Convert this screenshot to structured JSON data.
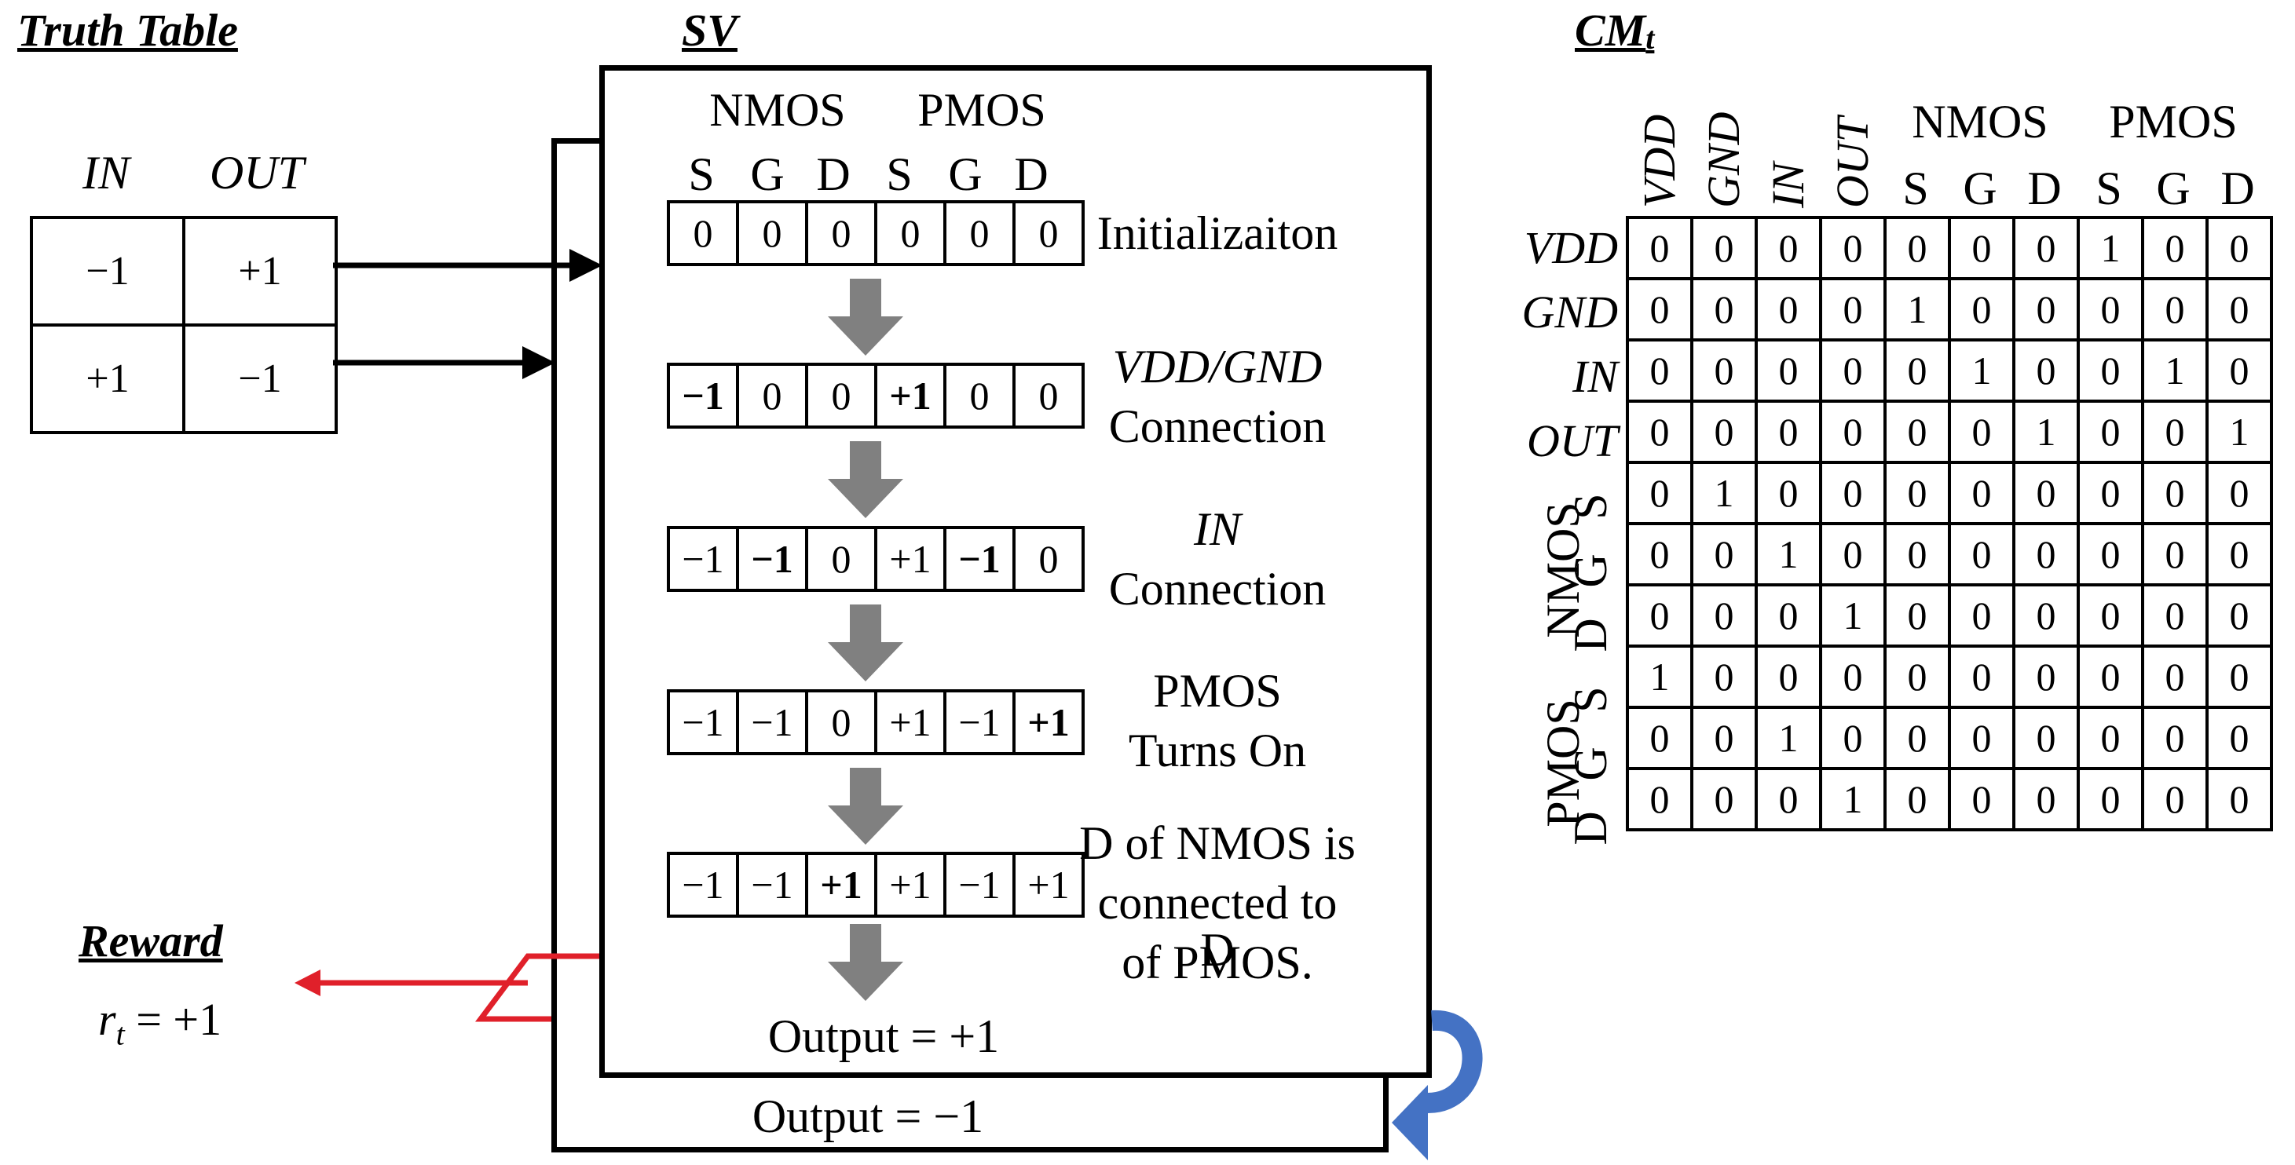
{
  "truth_table": {
    "title": "Truth Table",
    "headers": [
      "IN",
      "OUT"
    ],
    "rows": [
      [
        "−1",
        "+1"
      ],
      [
        "+1",
        "−1"
      ]
    ]
  },
  "sv": {
    "title": "SV",
    "group_labels": [
      "NMOS",
      "PMOS"
    ],
    "col_labels": [
      "S",
      "G",
      "D",
      "S",
      "G",
      "D"
    ],
    "steps": [
      {
        "values": [
          "0",
          "0",
          "0",
          "0",
          "0",
          "0"
        ],
        "bold": [],
        "caption": [
          "Initializaiton"
        ]
      },
      {
        "values": [
          "−1",
          "0",
          "0",
          "+1",
          "0",
          "0"
        ],
        "bold": [
          0,
          3
        ],
        "caption": [
          "VDD/GND",
          "Connection"
        ]
      },
      {
        "values": [
          "−1",
          "−1",
          "0",
          "+1",
          "−1",
          "0"
        ],
        "bold": [
          1,
          4
        ],
        "caption": [
          "IN",
          "Connection"
        ]
      },
      {
        "values": [
          "−1",
          "−1",
          "0",
          "+1",
          "−1",
          "+1"
        ],
        "bold": [
          5
        ],
        "caption": [
          "PMOS",
          "Turns On"
        ]
      },
      {
        "values": [
          "−1",
          "−1",
          "+1",
          "+1",
          "−1",
          "+1"
        ],
        "bold": [
          2
        ],
        "caption": [
          "D of NMOS is",
          "connected to D",
          "of PMOS."
        ]
      }
    ],
    "output_front": "Output = +1",
    "output_back": "Output = −1"
  },
  "reward": {
    "title": "Reward",
    "r_symbol": "r",
    "r_subscript": "t",
    "r_value": " = +1"
  },
  "cm": {
    "title": "CM",
    "title_sub": "t",
    "rot_cols": [
      "VDD",
      "GND",
      "IN",
      "OUT"
    ],
    "group_cols": [
      "NMOS",
      "PMOS"
    ],
    "sub_cols": [
      "S",
      "G",
      "D",
      "S",
      "G",
      "D"
    ],
    "row_labels": [
      "VDD",
      "GND",
      "IN",
      "OUT"
    ],
    "row_groups": [
      "NMOS",
      "PMOS"
    ],
    "row_sub": [
      "S",
      "G",
      "D",
      "S",
      "G",
      "D"
    ],
    "matrix": [
      [
        0,
        0,
        0,
        0,
        0,
        0,
        0,
        1,
        0,
        0
      ],
      [
        0,
        0,
        0,
        0,
        1,
        0,
        0,
        0,
        0,
        0
      ],
      [
        0,
        0,
        0,
        0,
        0,
        1,
        0,
        0,
        1,
        0
      ],
      [
        0,
        0,
        0,
        0,
        0,
        0,
        1,
        0,
        0,
        1
      ],
      [
        0,
        1,
        0,
        0,
        0,
        0,
        0,
        0,
        0,
        0
      ],
      [
        0,
        0,
        1,
        0,
        0,
        0,
        0,
        0,
        0,
        0
      ],
      [
        0,
        0,
        0,
        1,
        0,
        0,
        0,
        0,
        0,
        0
      ],
      [
        1,
        0,
        0,
        0,
        0,
        0,
        0,
        0,
        0,
        0
      ],
      [
        0,
        0,
        1,
        0,
        0,
        0,
        0,
        0,
        0,
        0
      ],
      [
        0,
        0,
        0,
        1,
        0,
        0,
        0,
        0,
        0,
        0
      ]
    ]
  },
  "colors": {
    "arrow_gray": "#808080",
    "reward_red": "#e0202a",
    "loop_blue": "#4472c4"
  }
}
